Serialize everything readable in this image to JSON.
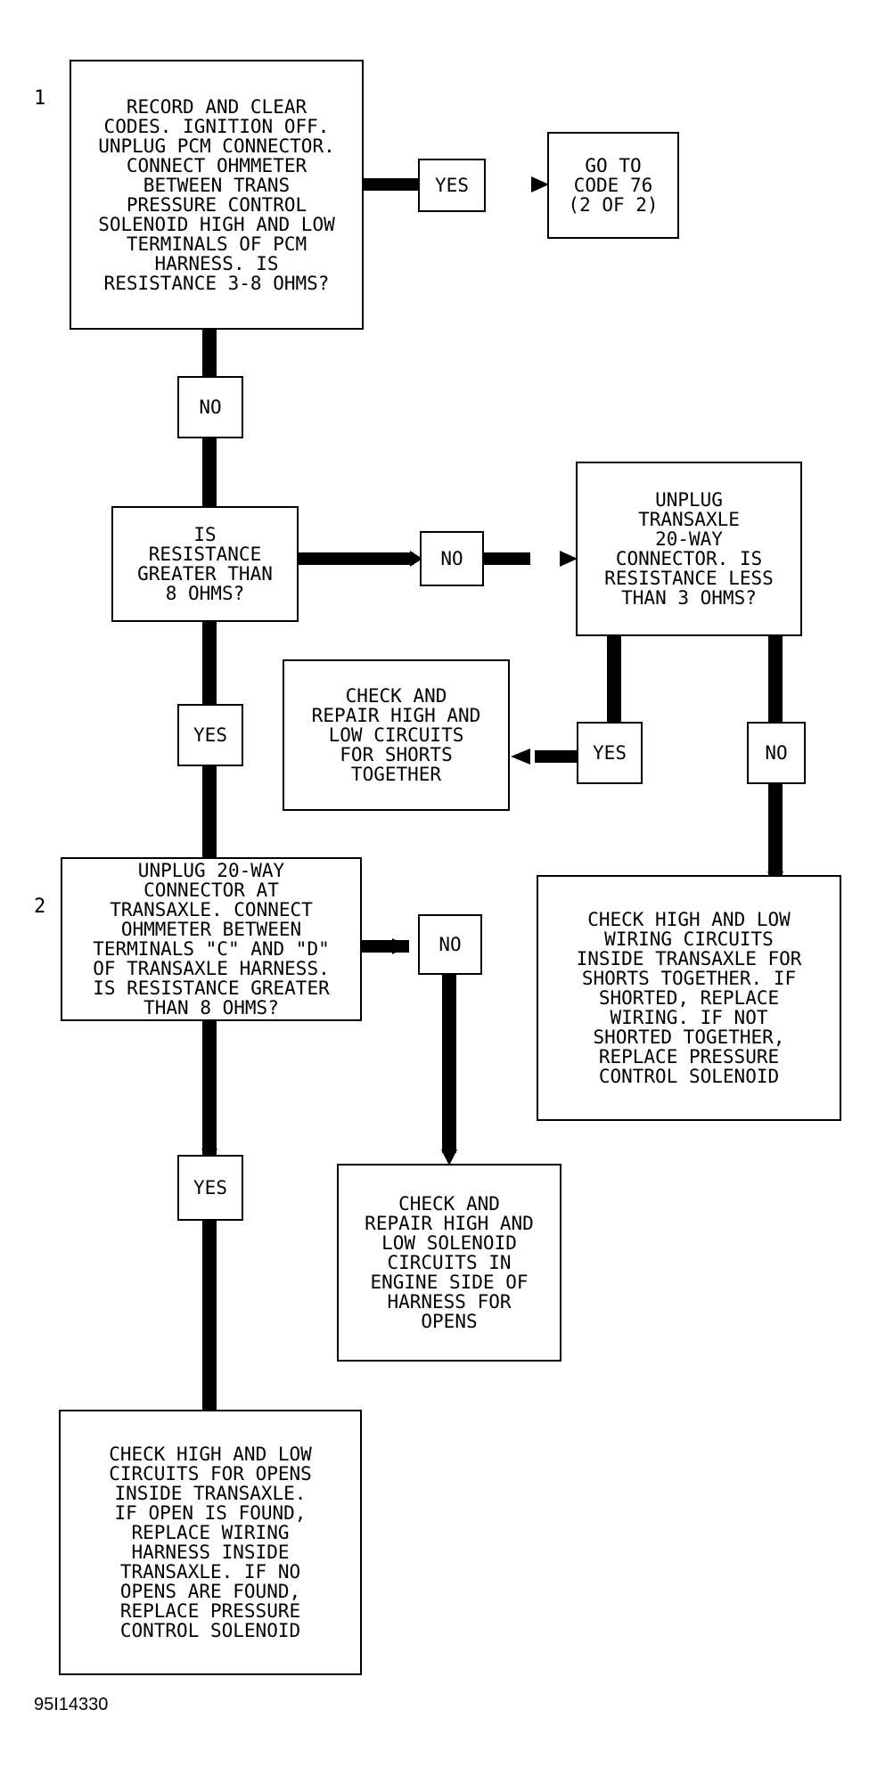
{
  "steps": {
    "one": "1",
    "two": "2"
  },
  "boxes": {
    "record_codes": "RECORD AND CLEAR\nCODES. IGNITION OFF.\nUNPLUG PCM CONNECTOR.\nCONNECT OHMMETER\nBETWEEN TRANS\nPRESSURE CONTROL\nSOLENOID HIGH AND LOW\nTERMINALS OF PCM\nHARNESS. IS\nRESISTANCE 3-8 OHMS?",
    "go_to_code": "GO TO\nCODE 76\n(2 OF 2)",
    "resistance_greater": "IS\nRESISTANCE\nGREATER THAN\n8 OHMS?",
    "unplug_transaxle": "UNPLUG\nTRANSAXLE\n20-WAY\nCONNECTOR. IS\nRESISTANCE LESS\nTHAN 3 OHMS?",
    "check_shorts": "CHECK AND\nREPAIR HIGH AND\nLOW CIRCUITS\nFOR SHORTS\nTOGETHER",
    "unplug_20way": "UNPLUG 20-WAY\nCONNECTOR AT\nTRANSAXLE. CONNECT\nOHMMETER BETWEEN\nTERMINALS \"C\" AND \"D\"\nOF TRANSAXLE HARNESS.\nIS RESISTANCE GREATER\nTHAN 8 OHMS?",
    "check_wiring": "CHECK HIGH AND LOW\nWIRING CIRCUITS\nINSIDE TRANSAXLE FOR\nSHORTS TOGETHER. IF\nSHORTED, REPLACE\nWIRING. IF NOT\nSHORTED TOGETHER,\nREPLACE PRESSURE\nCONTROL SOLENOID",
    "check_opens_engine": "CHECK AND\nREPAIR HIGH AND\nLOW SOLENOID\nCIRCUITS IN\nENGINE SIDE OF\nHARNESS FOR\nOPENS",
    "check_opens_transaxle": "CHECK HIGH AND LOW\nCIRCUITS FOR OPENS\nINSIDE TRANSAXLE.\nIF OPEN IS FOUND,\nREPLACE WIRING\nHARNESS INSIDE\nTRANSAXLE. IF NO\nOPENS ARE FOUND,\nREPLACE PRESSURE\nCONTROL SOLENOID"
  },
  "labels": {
    "yes_1": "YES",
    "no_1": "NO",
    "no_2": "NO",
    "yes_2": "YES",
    "yes_3": "YES",
    "no_3": "NO",
    "no_4": "NO",
    "yes_4": "YES"
  },
  "figure_id": "95I14330"
}
